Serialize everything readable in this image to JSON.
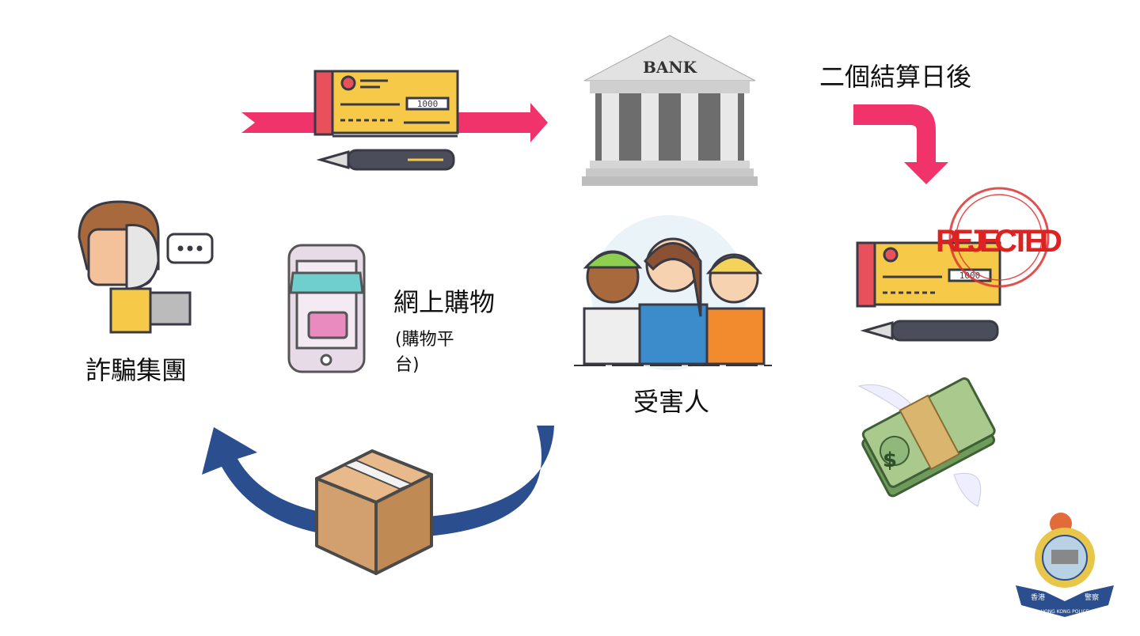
{
  "cheque": {
    "amount": "1000"
  },
  "bank": {
    "sign": "BANK"
  },
  "timing": {
    "label": "二個結算日後"
  },
  "rejected": {
    "stamp": "REJECTED",
    "amount": "1000"
  },
  "scammer": {
    "label": "詐騙集團"
  },
  "shopping": {
    "title": "網上購物",
    "subtitle_line1": "(購物平",
    "subtitle_line2": "台)"
  },
  "victims": {
    "label": "受害人"
  },
  "money": {
    "symbol": "$"
  },
  "logo": {
    "left_text": "香港",
    "right_text": "警察",
    "ribbon_text": "HONG KONG POLICE"
  },
  "colors": {
    "arrow_pink": "#f0336a",
    "arrow_blue": "#2b4f8e",
    "cheque_yellow": "#f7c948",
    "cheque_red": "#e8505b"
  }
}
